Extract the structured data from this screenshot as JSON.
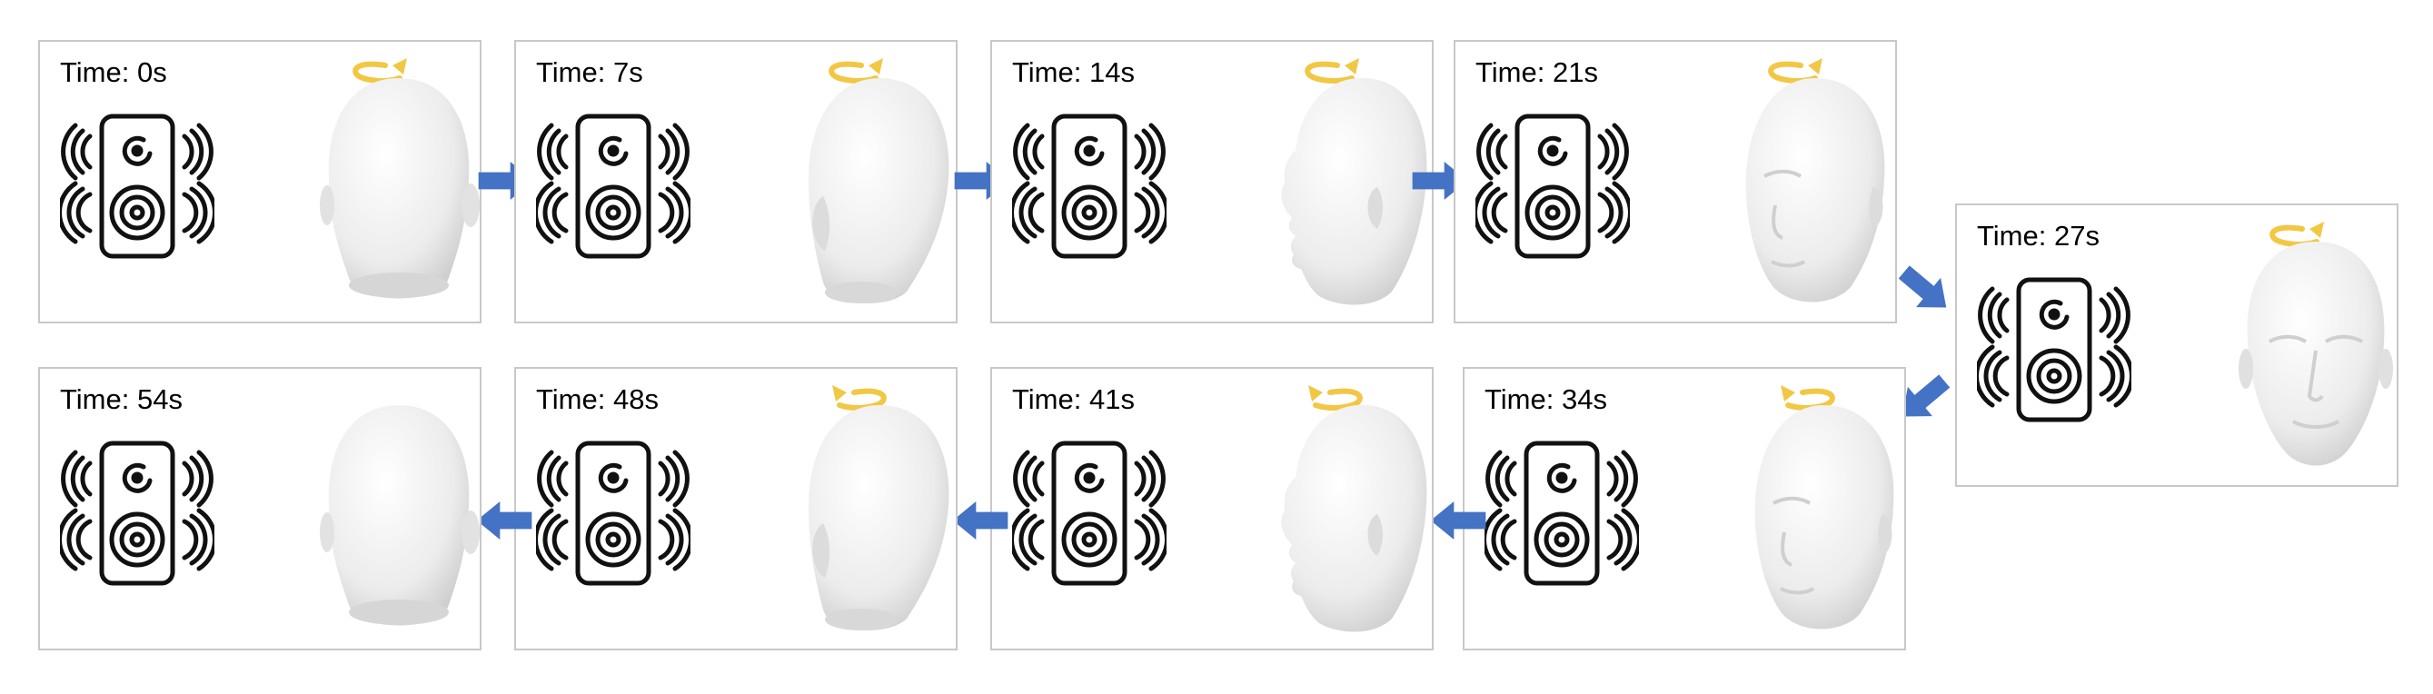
{
  "colors": {
    "arrow": "#4472C4",
    "rotation_arrow": "#F2C744",
    "frame_border": "#C8C8C8",
    "head": "#EDEDED"
  },
  "frames": [
    {
      "label": "Time: 0s",
      "icon": "speaker-icon",
      "head_view": "back"
    },
    {
      "label": "Time: 7s",
      "icon": "speaker-icon",
      "head_view": "back-left-three-quarter"
    },
    {
      "label": "Time: 14s",
      "icon": "speaker-icon",
      "head_view": "left-profile"
    },
    {
      "label": "Time: 21s",
      "icon": "speaker-icon",
      "head_view": "front-left-three-quarter"
    },
    {
      "label": "Time: 27s",
      "icon": "speaker-icon",
      "head_view": "front"
    },
    {
      "label": "Time: 34s",
      "icon": "speaker-icon",
      "head_view": "front-left-three-quarter"
    },
    {
      "label": "Time: 41s",
      "icon": "speaker-icon",
      "head_view": "left-profile"
    },
    {
      "label": "Time: 48s",
      "icon": "speaker-icon",
      "head_view": "back-left-three-quarter"
    },
    {
      "label": "Time: 54s",
      "icon": "speaker-icon",
      "head_view": "back"
    }
  ]
}
